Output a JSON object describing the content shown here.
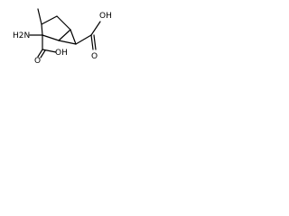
{
  "molecule": {
    "labels": {
      "amino": "H2N",
      "acid_left_oh": "OH",
      "acid_left_o": "O",
      "acid_right_oh": "OH",
      "acid_right_o": "O"
    }
  }
}
